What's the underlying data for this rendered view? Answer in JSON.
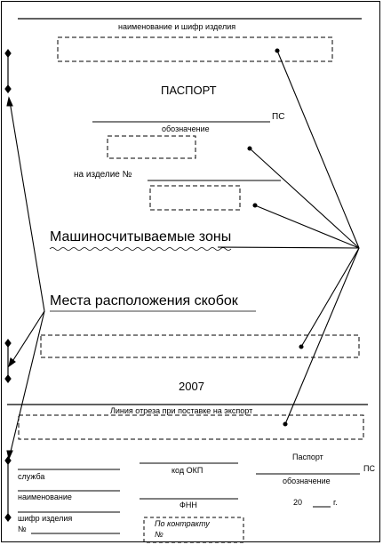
{
  "header": {
    "product_label": "наименование и шифр изделия"
  },
  "title": {
    "passport": "ПАСПОРТ",
    "ps_suffix": "ПС",
    "designation_label": "обозначение",
    "product_number_label": "на изделие №"
  },
  "annotations": {
    "machine_readable": "Машиносчитываемые зоны",
    "staple_locations": "Места расположения скобок"
  },
  "year": "2007",
  "export_cut_line": "Линия отреза при поставке на экспорт",
  "footer": {
    "service": "служба",
    "name": "наименование",
    "product_code": "шифр изделия",
    "number_sign": "№",
    "okp_code": "код ОКП",
    "fnn": "ФНН",
    "contract_line1": "По контракту",
    "contract_line2": "№",
    "passport": "Паспорт",
    "ps": "ПС",
    "designation": "обозначение",
    "year_prefix": "20",
    "year_suffix": "г."
  }
}
